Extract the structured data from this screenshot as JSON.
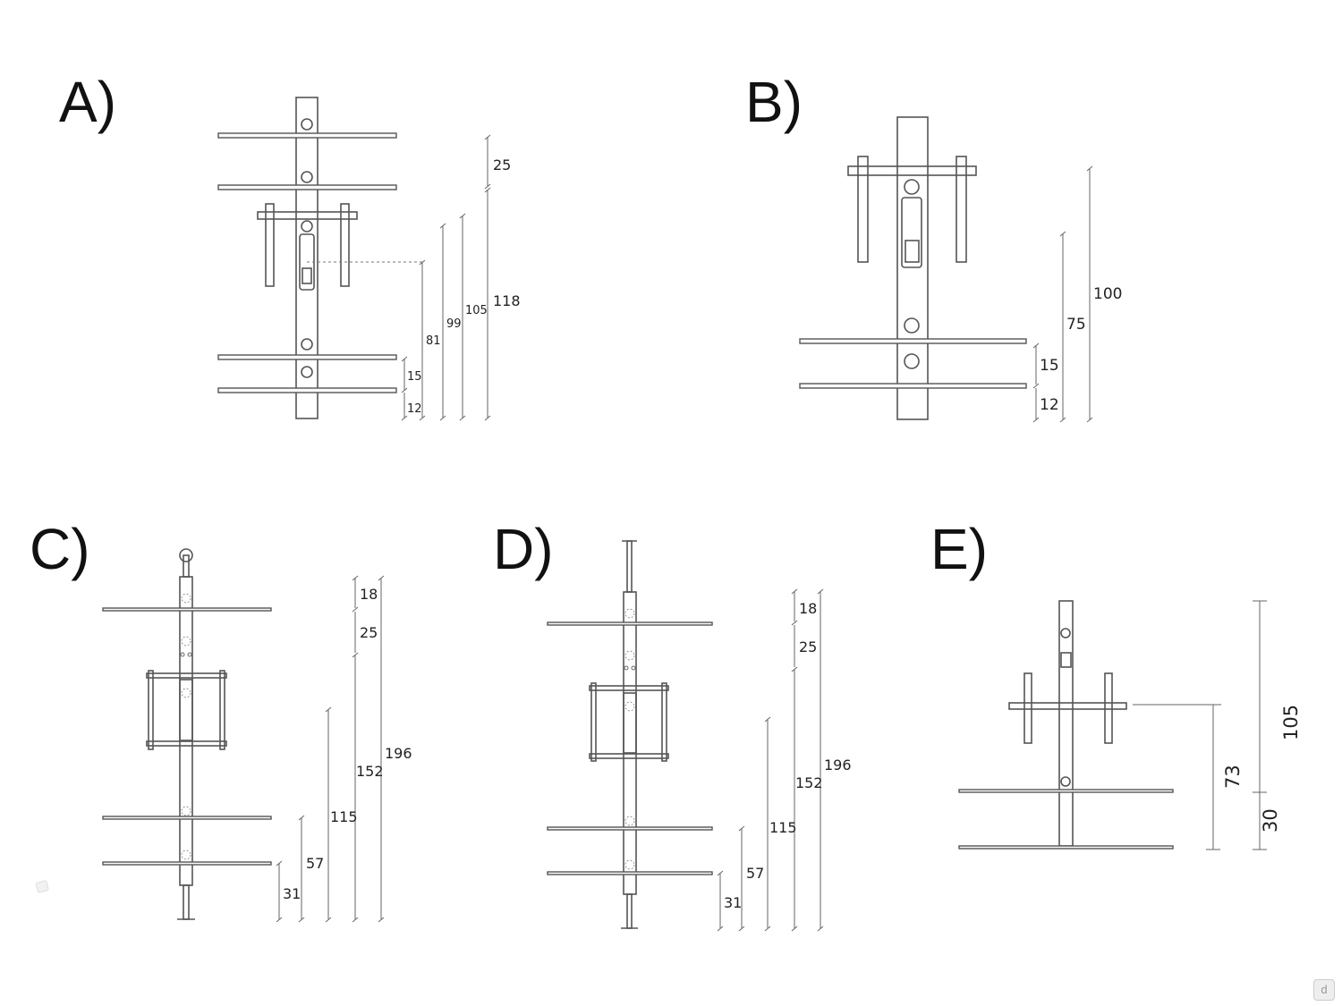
{
  "panels": {
    "a": {
      "label": "A)",
      "dims": [
        "25",
        "118",
        "105",
        "99",
        "81",
        "15",
        "12"
      ]
    },
    "b": {
      "label": "B)",
      "dims": [
        "100",
        "75",
        "15",
        "12"
      ]
    },
    "c": {
      "label": "C)",
      "dims": [
        "18",
        "25",
        "196",
        "152",
        "115",
        "57",
        "31"
      ]
    },
    "d": {
      "label": "D)",
      "dims": [
        "18",
        "25",
        "196",
        "152",
        "115",
        "57",
        "31"
      ]
    },
    "e": {
      "label": "E)",
      "dims": [
        "105",
        "73",
        "30"
      ]
    }
  },
  "watermark": {
    "icon": "d-logo-icon",
    "text": "d"
  }
}
